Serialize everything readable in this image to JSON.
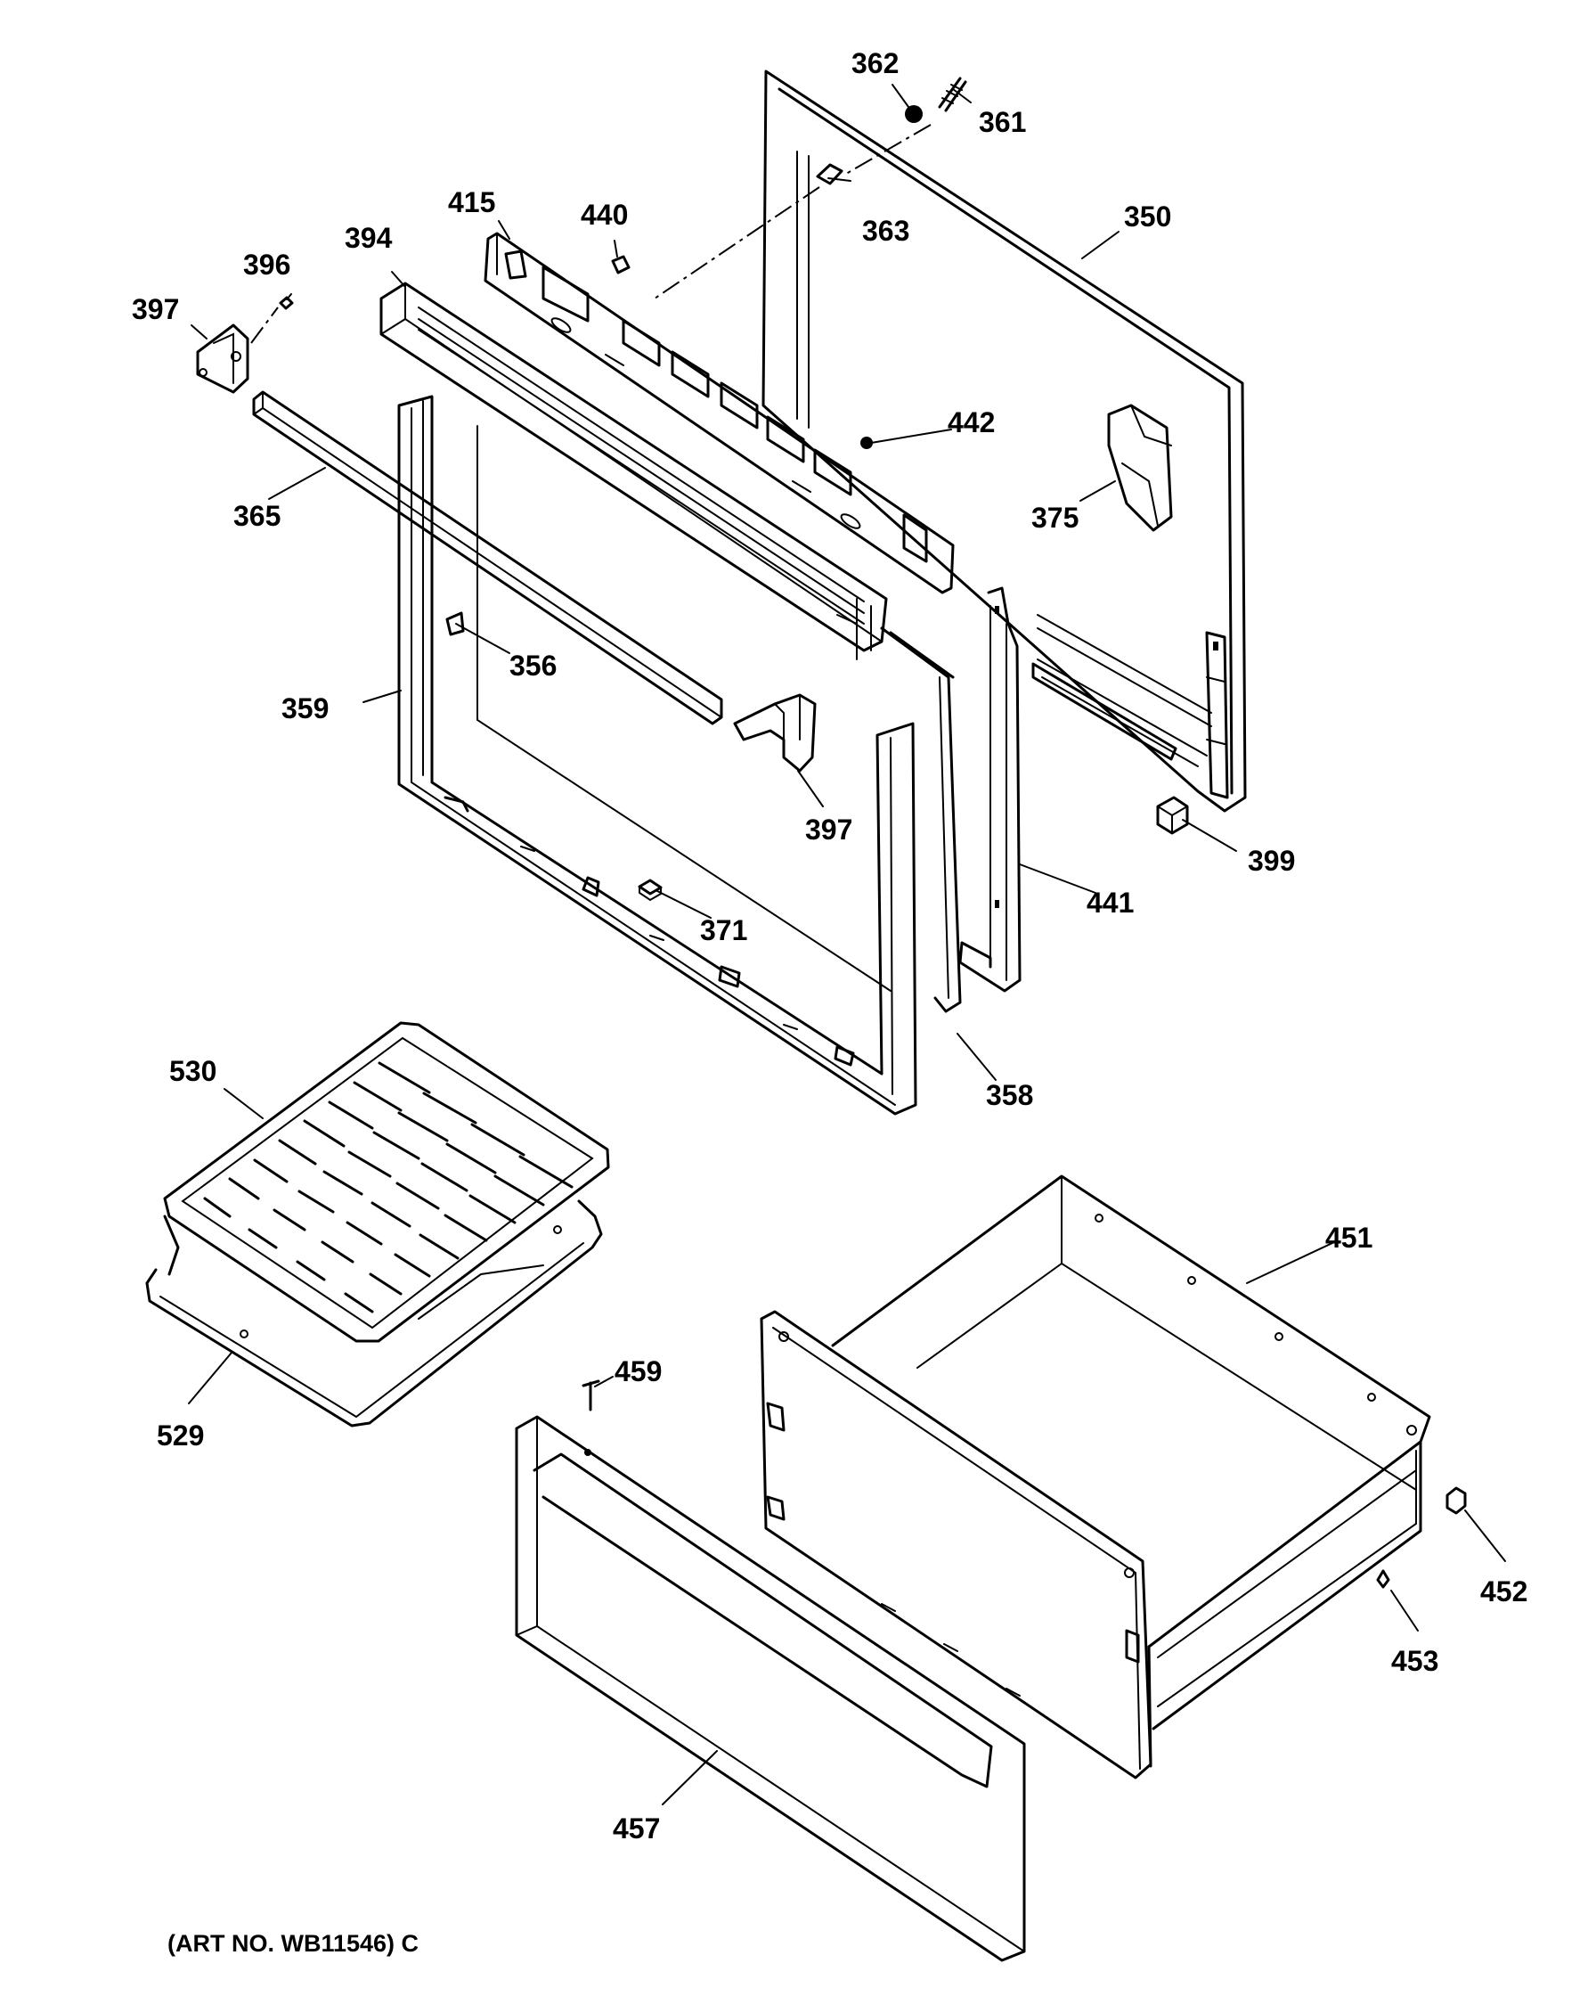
{
  "caption": "(ART NO. WB11546) C",
  "callouts": [
    {
      "id": "362",
      "text": "362"
    },
    {
      "id": "361",
      "text": "361"
    },
    {
      "id": "363",
      "text": "363"
    },
    {
      "id": "350",
      "text": "350"
    },
    {
      "id": "415",
      "text": "415"
    },
    {
      "id": "440",
      "text": "440"
    },
    {
      "id": "394",
      "text": "394"
    },
    {
      "id": "396",
      "text": "396"
    },
    {
      "id": "397a",
      "text": "397"
    },
    {
      "id": "442",
      "text": "442"
    },
    {
      "id": "365",
      "text": "365"
    },
    {
      "id": "375",
      "text": "375"
    },
    {
      "id": "356",
      "text": "356"
    },
    {
      "id": "359",
      "text": "359"
    },
    {
      "id": "397b",
      "text": "397"
    },
    {
      "id": "399",
      "text": "399"
    },
    {
      "id": "441",
      "text": "441"
    },
    {
      "id": "371",
      "text": "371"
    },
    {
      "id": "530",
      "text": "530"
    },
    {
      "id": "358",
      "text": "358"
    },
    {
      "id": "451",
      "text": "451"
    },
    {
      "id": "459",
      "text": "459"
    },
    {
      "id": "529",
      "text": "529"
    },
    {
      "id": "452",
      "text": "452"
    },
    {
      "id": "453",
      "text": "453"
    },
    {
      "id": "457",
      "text": "457"
    }
  ]
}
